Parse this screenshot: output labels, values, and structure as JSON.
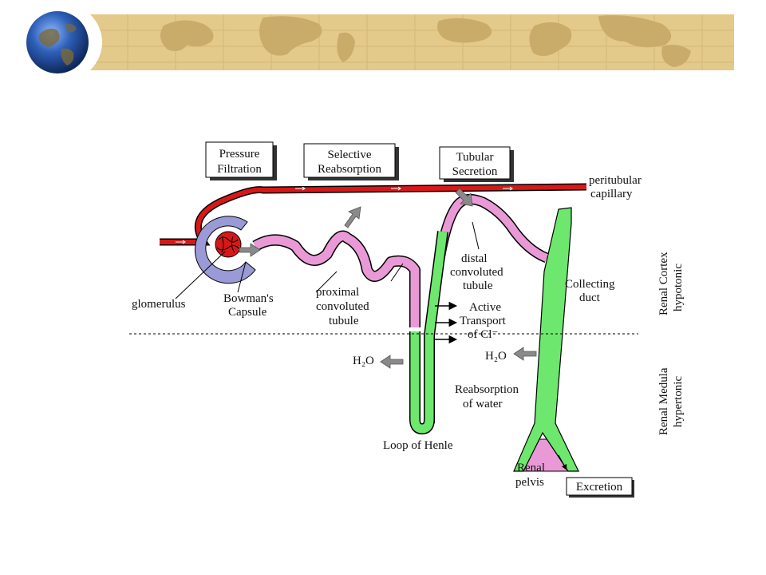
{
  "colors": {
    "banner_bg": "#e3c98a",
    "banner_land": "#c9ab6a",
    "capillary": "#d81818",
    "tubule_pink": "#e99ad6",
    "tubule_green": "#6ee76e",
    "capsule": "#9a9ad6",
    "arrow_grey": "#8a8a8a"
  },
  "banner": {
    "globe_icon": "globe-icon"
  },
  "process_boxes": {
    "pressure_filtration": [
      "Pressure",
      "Filtration"
    ],
    "selective_reabsorption": [
      "Selective",
      "Reabsorption"
    ],
    "tubular_secretion": [
      "Tubular",
      "Secretion"
    ]
  },
  "labels": {
    "peritubular_capillary": [
      "peritubular",
      "capillary"
    ],
    "glomerulus": "glomerulus",
    "bowmans_capsule": [
      "Bowman's",
      "Capsule"
    ],
    "proximal_tubule": [
      "proximal",
      "convoluted",
      "tubule"
    ],
    "distal_tubule": [
      "distal",
      "convoluted",
      "tubule"
    ],
    "collecting_duct": [
      "Collecting",
      "duct"
    ],
    "active_transport": [
      "Active",
      "Transport",
      "of Cl⁻"
    ],
    "water_left": "H₂O",
    "water_right": "H₂O",
    "reabsorption_water": [
      "Reabsorption",
      "of water"
    ],
    "loop_of_henle": "Loop of Henle",
    "renal_pelvis": [
      "Renal",
      "pelvis"
    ],
    "excretion": "Excretion"
  },
  "zones": {
    "cortex": [
      "Renal Cortex",
      "hypotonic"
    ],
    "medulla": [
      "Renal Medula",
      "hypertonic"
    ]
  }
}
